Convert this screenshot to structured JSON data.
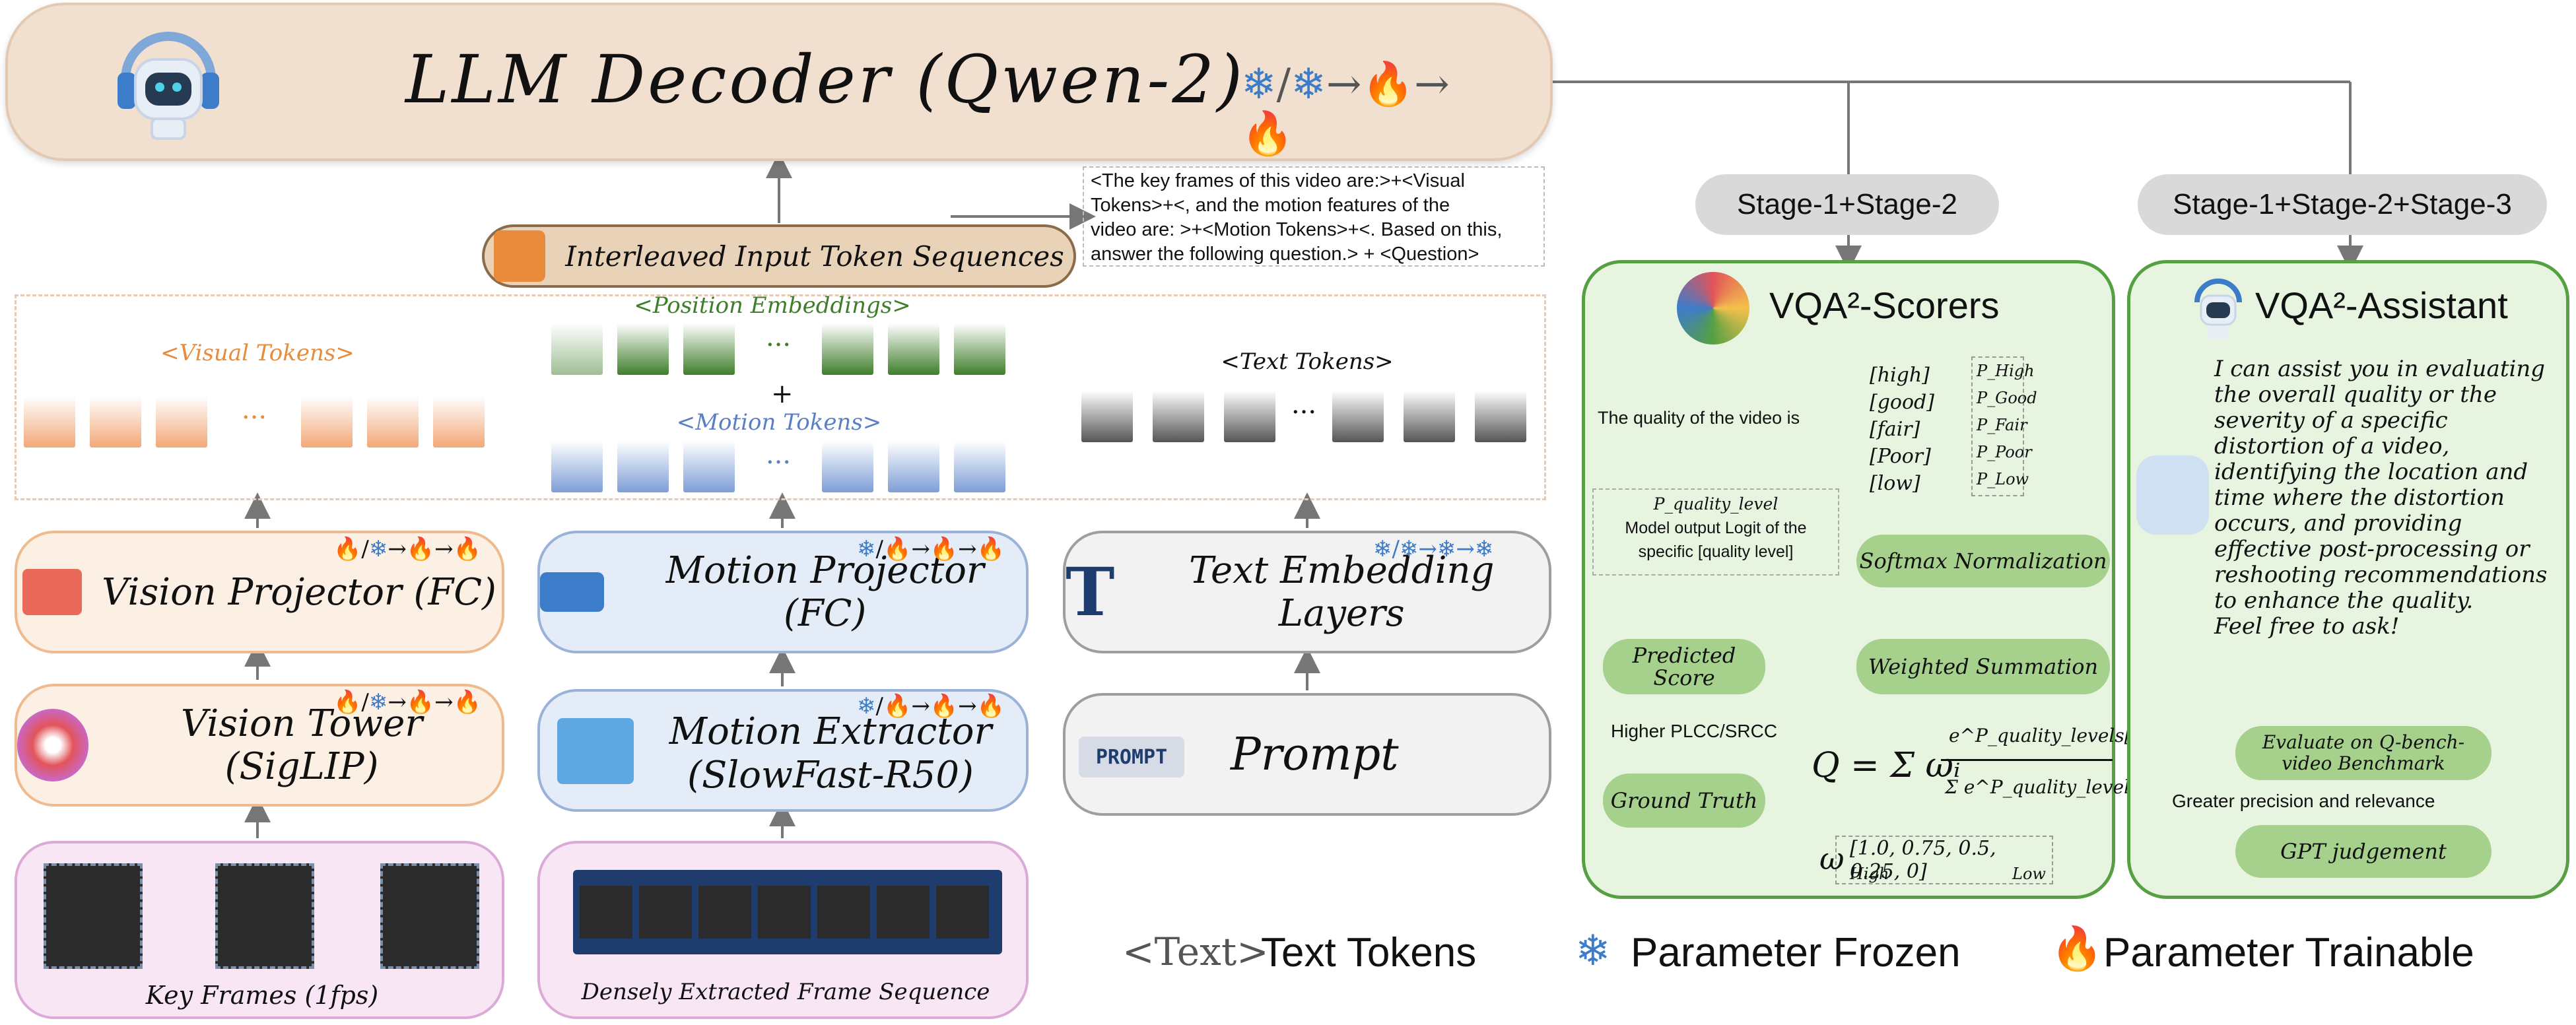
{
  "llm_decoder": {
    "title": "LLM Decoder (Qwen-2)"
  },
  "interleaved": {
    "label": "Interleaved Input Token Sequences",
    "template_lines": [
      "<The key frames of this video are:>+<Visual",
      "Tokens>+<, and the motion features of the",
      "video are: >+<Motion Tokens>+<. Based on this,",
      "answer the following question.> + <Question>"
    ]
  },
  "tokens": {
    "visual": "<Visual Tokens>",
    "position": "<Position Embeddings>",
    "plus": "+",
    "motion": "<Motion Tokens>",
    "text": "<Text Tokens>",
    "ellipsis": "···"
  },
  "modules": {
    "vision_projector": "Vision Projector (FC)",
    "vision_tower": "Vision Tower (SigLIP)",
    "motion_projector": "Motion Projector (FC)",
    "motion_extractor_line1": "Motion Extractor",
    "motion_extractor_line2": "(SlowFast-R50)",
    "text_embedding": "Text Embedding Layers",
    "prompt": "Prompt",
    "prompt_icon": "PROMPT",
    "key_frames": "Key Frames (1fps)",
    "dense_frames": "Densely Extracted Frame Sequence"
  },
  "stages": {
    "stage12": "Stage-1+Stage-2",
    "stage123": "Stage-1+Stage-2+Stage-3"
  },
  "scorers": {
    "title": "VQA²-Scorers",
    "quality_sentence": "The quality of the video is",
    "levels": [
      "[high]",
      "[good]",
      "[fair]",
      "[Poor]",
      "[low]"
    ],
    "probs": [
      "P_High",
      "P_Good",
      "P_Fair",
      "P_Poor",
      "P_Low"
    ],
    "logit_symbol": "P_quality_level",
    "logit_desc_1": "Model output Logit of the",
    "logit_desc_2": "specific [quality level]",
    "softmax": "Softmax Normalization",
    "weighted": "Weighted Summation",
    "predicted_1": "Predicted",
    "predicted_2": "Score",
    "higher": "Higher PLCC/SRCC",
    "ground_truth": "Ground Truth",
    "formula_lhs": "Q = Σ ωᵢ",
    "formula_num": "e^P_quality_levels[i]",
    "formula_den": "Σ e^P_quality_levels[i]",
    "omega": "ω",
    "weights": "[1.0, 0.75, 0.5, 0.25, 0]",
    "high": "High",
    "low": "Low"
  },
  "assistant": {
    "title": "VQA²-Assistant",
    "lines": [
      "I can assist you in evaluating",
      "the overall quality or the",
      "severity of a specific",
      "distortion of a video,",
      "identifying the location and",
      "time where the distortion",
      "occurs, and providing",
      "effective post-processing or",
      "reshooting recommendations",
      "to enhance the quality.",
      "Feel free to ask!"
    ],
    "eval_1": "Evaluate on Q-bench-",
    "eval_2": "video Benchmark",
    "greater": "Greater precision and relevance",
    "gpt": "GPT judgement"
  },
  "legend": {
    "text_symbol": "<Text>",
    "text_tokens": "Text Tokens",
    "frozen": "Parameter Frozen",
    "trainable": "Parameter Trainable"
  },
  "colors": {
    "orange": "#e98b3a",
    "green": "#56a043",
    "blue": "#5b7fc4",
    "snow": "#3d7cc9",
    "fire": "#e0662a"
  }
}
